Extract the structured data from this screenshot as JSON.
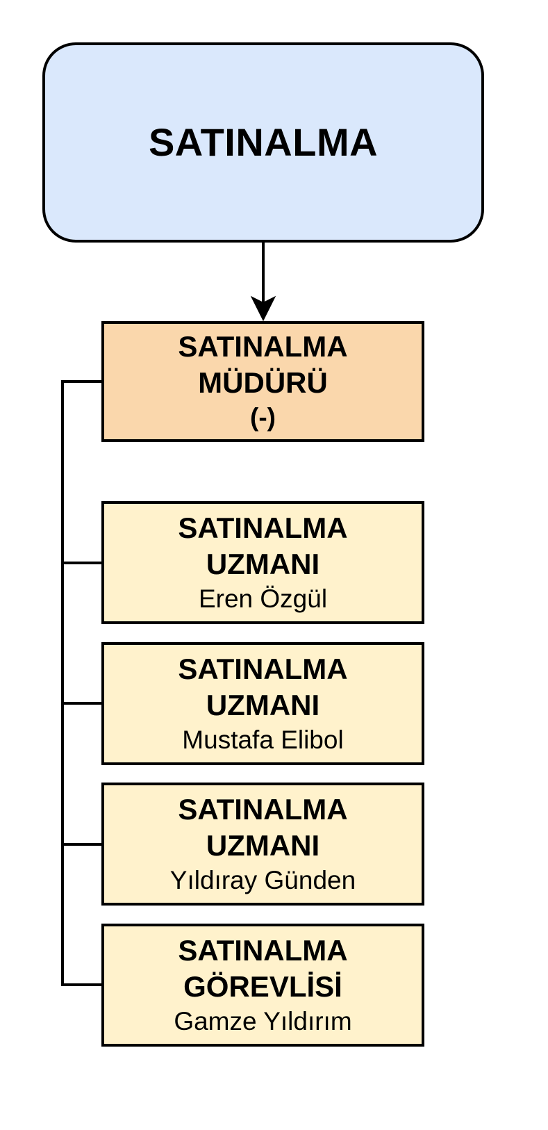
{
  "colors": {
    "department_fill": "#dae8fc",
    "manager_fill": "#fad7ac",
    "staff_fill": "#fff2cc",
    "line": "#000000"
  },
  "department": {
    "title": "SATINALMA"
  },
  "manager": {
    "title_line1": "SATINALMA",
    "title_line2": "MÜDÜRÜ",
    "name": "(-)"
  },
  "staff": [
    {
      "title_line1": "SATINALMA",
      "title_line2": "UZMANI",
      "name": "Eren Özgül"
    },
    {
      "title_line1": "SATINALMA",
      "title_line2": "UZMANI",
      "name": "Mustafa Elibol"
    },
    {
      "title_line1": "SATINALMA",
      "title_line2": "UZMANI",
      "name": "Yıldıray Günden"
    },
    {
      "title_line1": "SATINALMA",
      "title_line2": "GÖREVLİSİ",
      "name": "Gamze Yıldırım"
    }
  ]
}
